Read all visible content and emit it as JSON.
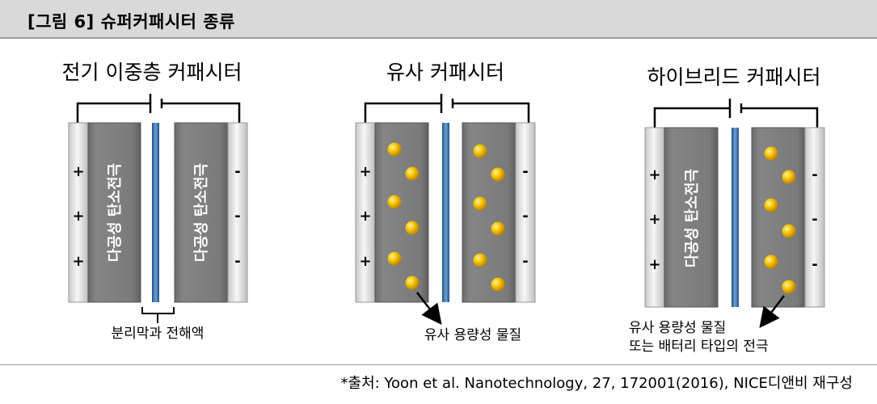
{
  "figure_title": "[그림 6] 슈퍼커패시터 종류",
  "source": "*출처: Yoon et al. Nanotechnology, 27, 172001(2016), NICE디앤비 재구성",
  "panels": [
    {
      "title": "전기 이중층 커패시터",
      "electrode_left": "다공성 탄소전극",
      "electrode_right": "다공성 탄소전극",
      "plus": [
        "+",
        "+",
        "+"
      ],
      "minus": [
        "-",
        "-",
        "-"
      ],
      "annotation": "분리막과 전해액"
    },
    {
      "title": "유사 커패시터",
      "plus": [
        "+",
        "+",
        "+"
      ],
      "minus": [
        "-",
        "-",
        "-"
      ],
      "annotation": "유사 용량성 물질"
    },
    {
      "title": "하이브리드 커패시터",
      "electrode_left": "다공성 탄소전극",
      "plus": [
        "+",
        "+",
        "+"
      ],
      "minus": [
        "-",
        "-",
        "-"
      ],
      "annotation_line1": "유사 용량성 물질",
      "annotation_line2": "또는 배터리 타입의 전극"
    }
  ],
  "colors": {
    "electrode": "#7f7f7f",
    "collector": "#e8e8e8",
    "separator": "#4a7fb5",
    "particle": "#f0b400"
  }
}
